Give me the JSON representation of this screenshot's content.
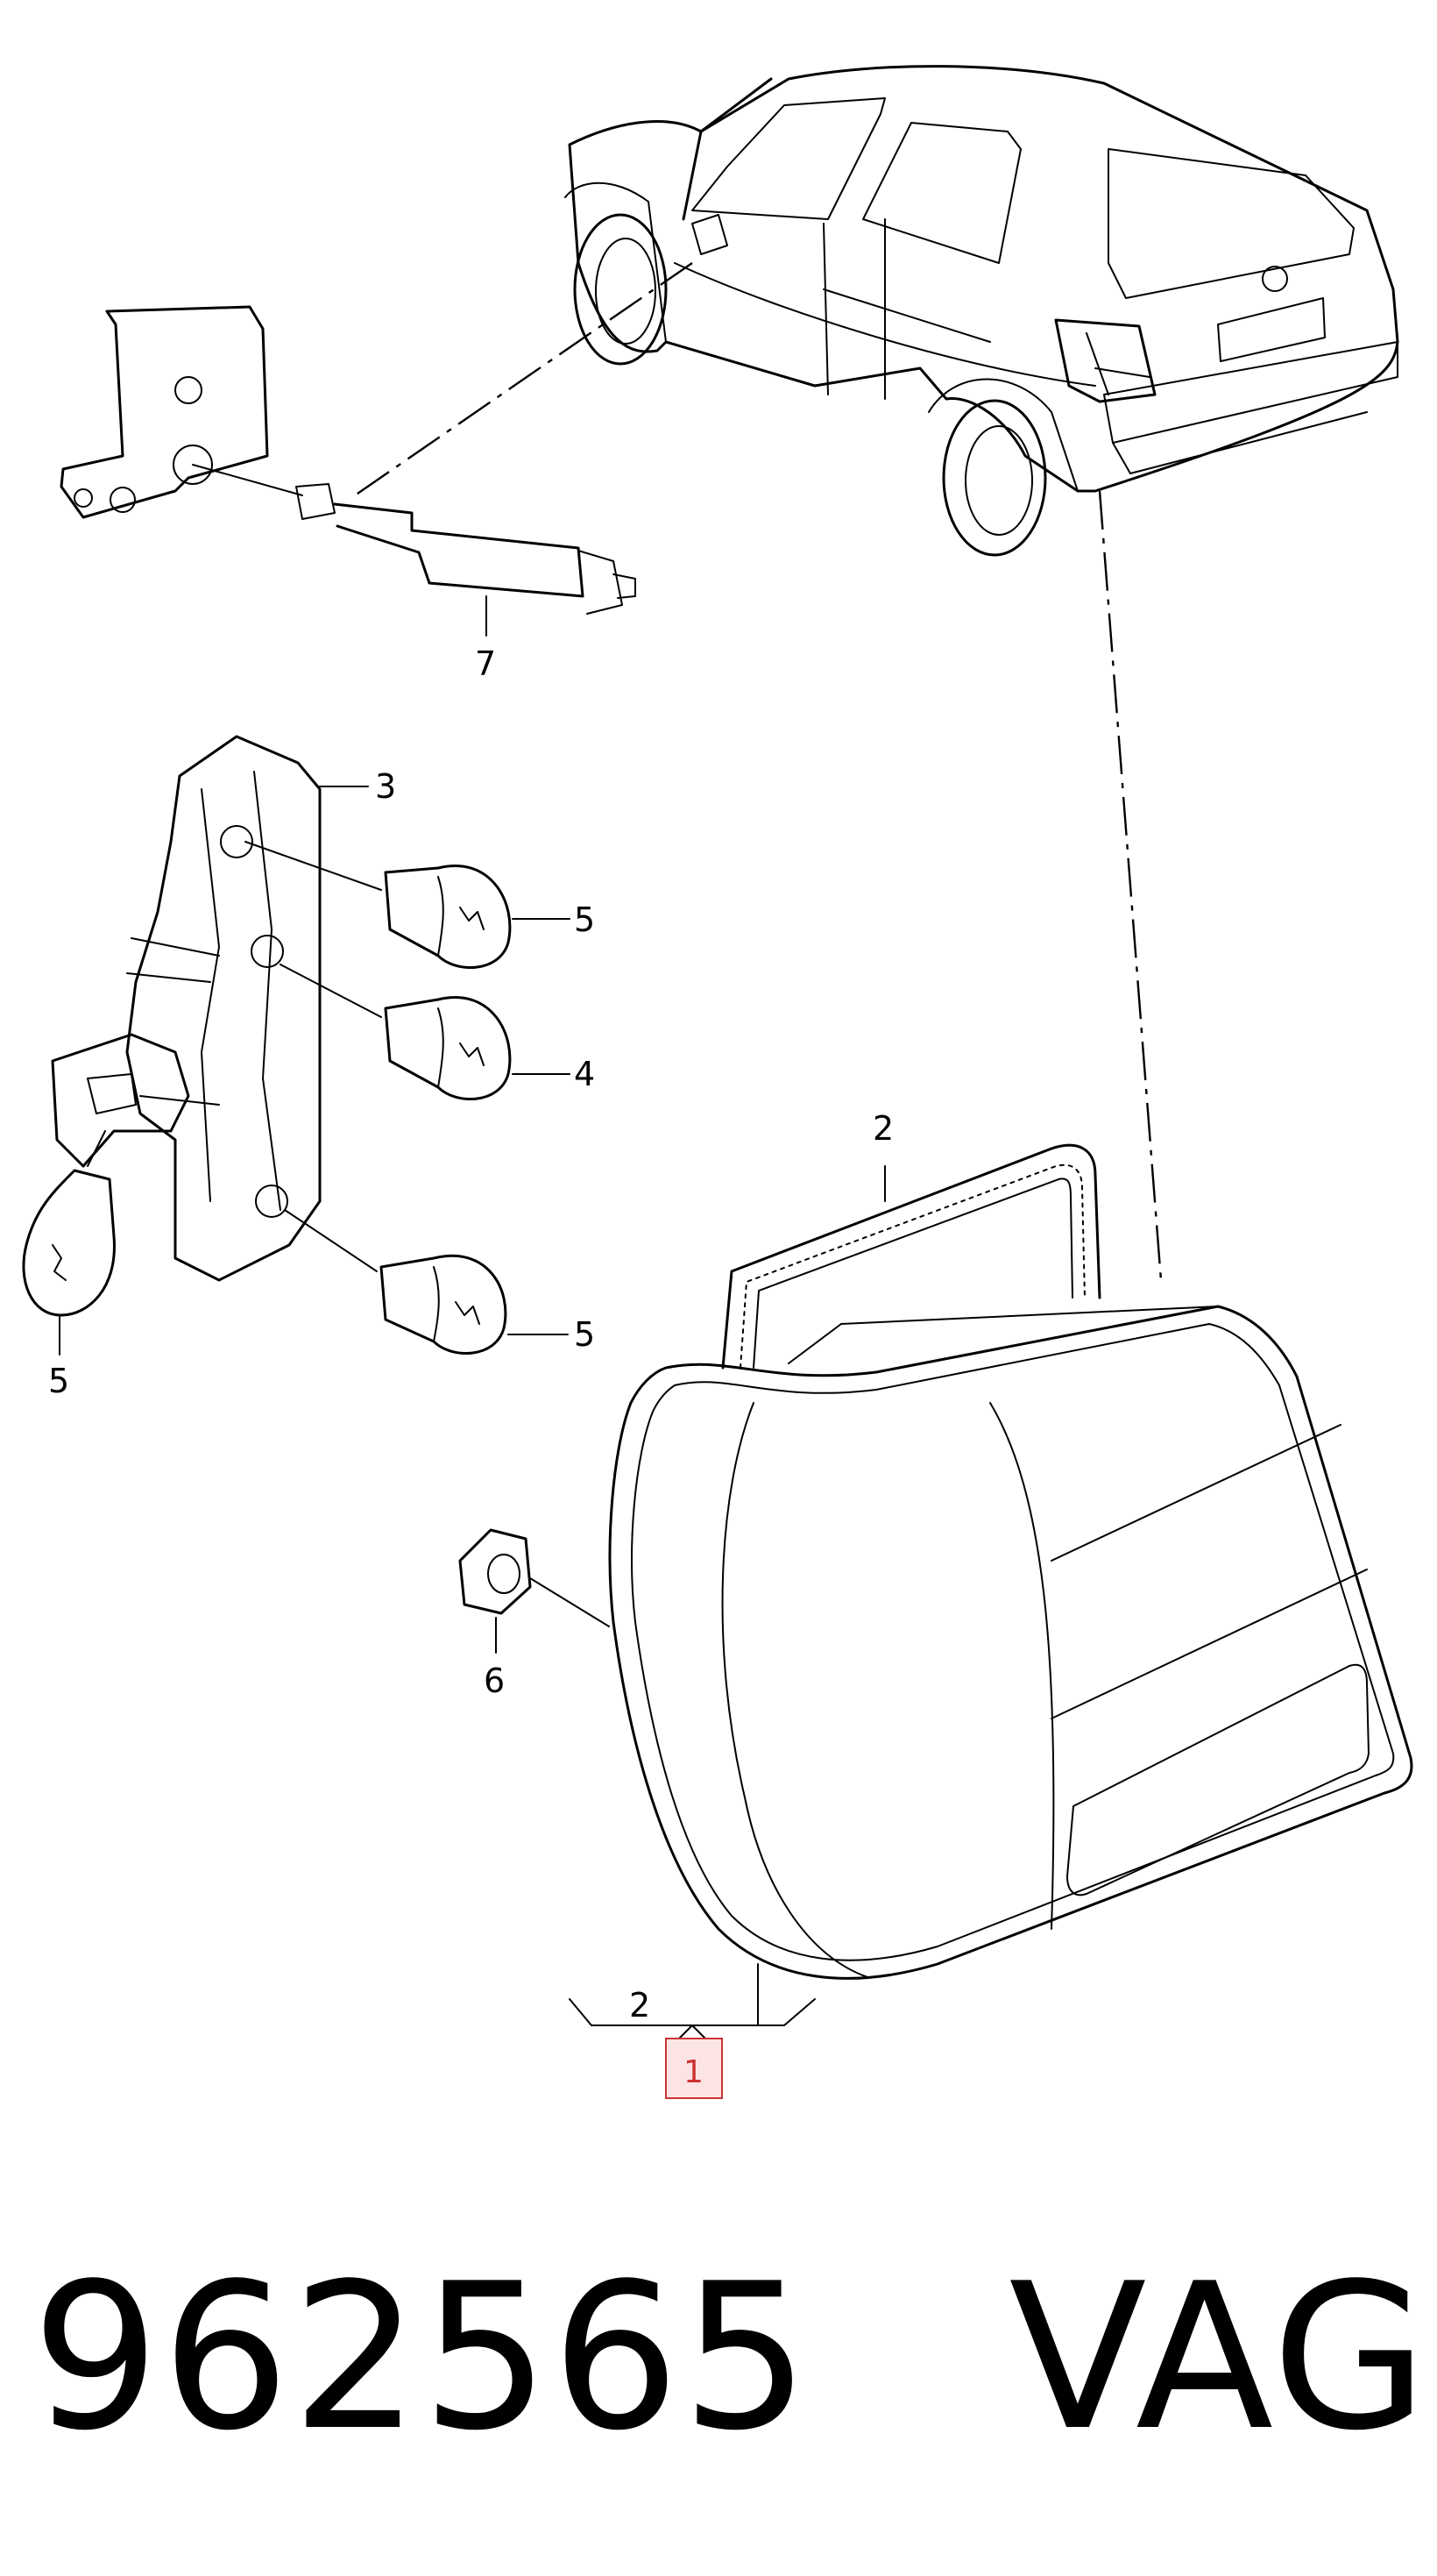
{
  "labels": {
    "cable": "7",
    "bulb_holder": "3",
    "bulb_top": "5",
    "bulb_middle": "4",
    "bulb_bottom_right": "5",
    "bulb_bottom_left": "5",
    "seal": "2",
    "nut": "6",
    "assembly_sub": "2",
    "assembly": "1"
  },
  "footer": {
    "part_number": "962565",
    "brand": "VAG"
  },
  "colors": {
    "line": "#000000",
    "highlight_fill": "#fde4e4",
    "highlight_stroke": "#cc3333"
  }
}
